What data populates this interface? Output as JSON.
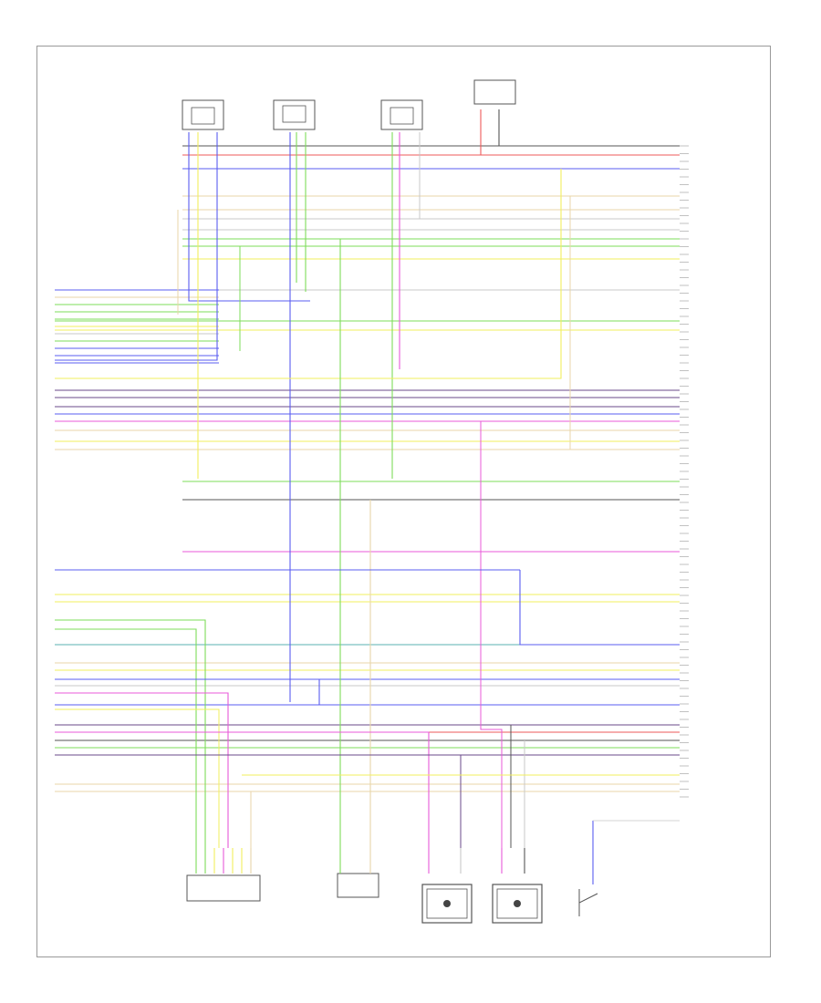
{
  "diagram": {
    "reference_code": "",
    "colors": {
      "yellow": "#f2ef5c",
      "blue": "#5a5cf0",
      "green": "#7ddc5a",
      "red": "#ee5a5a",
      "pink": "#e85ad8",
      "purple": "#6a4a8a",
      "tan": "#e8d6a8",
      "gray": "#c8c8c8",
      "teal": "#5ab0b0",
      "dark": "#555555"
    },
    "components": [
      {
        "id": "top-sensor-1",
        "label": ""
      },
      {
        "id": "top-sensor-2",
        "label": ""
      },
      {
        "id": "top-sensor-3",
        "label": ""
      },
      {
        "id": "top-sensor-4",
        "label": ""
      },
      {
        "id": "bottom-sensor-1",
        "label": ""
      },
      {
        "id": "bottom-sensor-2",
        "label": ""
      },
      {
        "id": "bottom-solenoid-1",
        "label": ""
      },
      {
        "id": "bottom-solenoid-2",
        "label": ""
      },
      {
        "id": "bottom-switch",
        "label": ""
      },
      {
        "id": "powertrain-module",
        "label": ""
      }
    ]
  }
}
